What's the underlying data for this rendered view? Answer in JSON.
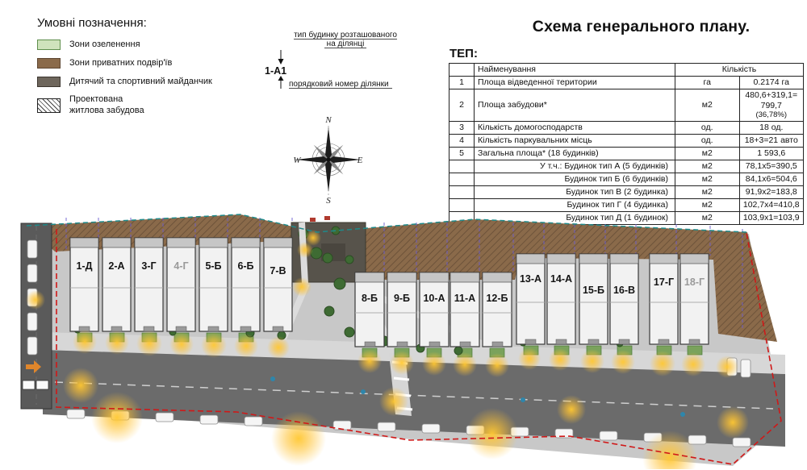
{
  "title": "Схема генерального плану.",
  "legend": {
    "title": "Умовні позначення:",
    "items": [
      {
        "label": "Зони озеленення"
      },
      {
        "label": "Зони приватних подвір'їв"
      },
      {
        "label": "Дитячий та спортивний майданчик"
      },
      {
        "label": "Проектована\nжитлова забудова"
      }
    ]
  },
  "callout": {
    "top_label_line1": "тип будинку розташованого",
    "top_label_line2": "на ділянці",
    "code": "1-А1",
    "bottom_label": "порядковий номер ділянки"
  },
  "compass": {
    "north": "N",
    "east": "E",
    "south": "S",
    "west": "W"
  },
  "tep": {
    "heading": "ТЕП:",
    "cols": {
      "name": "Найменування",
      "qty": "Кількість"
    },
    "rows": [
      {
        "num": "1",
        "name": "Площа відведенної територии",
        "unit": "га",
        "value": "0.2174 га"
      },
      {
        "num": "2",
        "name": "Площа забудови*",
        "unit": "м2",
        "value": "480,6+319,1= 799,7",
        "value2": "(36,78%)"
      },
      {
        "num": "3",
        "name": "Кількість домогосподарств",
        "unit": "од.",
        "value": "18 од."
      },
      {
        "num": "4",
        "name": "Кількість паркувальних місць",
        "unit": "од.",
        "value": "18+3=21 авто"
      },
      {
        "num": "5",
        "name": "Загальна площа* (18 будинків)",
        "unit": "м2",
        "value": "1 593,6"
      },
      {
        "num": "",
        "name": "У т.ч.: Будинок тип А (5 будинків)",
        "unit": "м2",
        "value": "78,1х5=390,5"
      },
      {
        "num": "",
        "name": "Будинок тип Б (6 будинків)",
        "unit": "м2",
        "value": "84,1х6=504,6"
      },
      {
        "num": "",
        "name": "Будинок тип В (2 будинка)",
        "unit": "м2",
        "value": "91,9х2=183,8"
      },
      {
        "num": "",
        "name": "Будинок тип Г (4 будинка)",
        "unit": "м2",
        "value": "102,7х4=410,8"
      },
      {
        "num": "",
        "name": "Будинок тип Д (1 будинок)",
        "unit": "м2",
        "value": "103,9х1=103,9"
      }
    ]
  },
  "plan": {
    "houses": [
      {
        "label": "1-Д"
      },
      {
        "label": "2-А"
      },
      {
        "label": "3-Г"
      },
      {
        "label": "4-Г",
        "muted": true
      },
      {
        "label": "5-Б"
      },
      {
        "label": "6-Б"
      },
      {
        "label": "7-В"
      },
      {
        "label": "8-Б"
      },
      {
        "label": "9-Б"
      },
      {
        "label": "10-А"
      },
      {
        "label": "11-А"
      },
      {
        "label": "12-Б"
      },
      {
        "label": "13-А"
      },
      {
        "label": "14-А"
      },
      {
        "label": "15-Б"
      },
      {
        "label": "16-В"
      },
      {
        "label": "17-Г"
      },
      {
        "label": "18-Г",
        "muted": true
      }
    ],
    "colors": {
      "site_boundary": "#d01818",
      "rear_boundary": "#1f8a8a",
      "private_yards": "#8a6a4a",
      "greenery": "#cfe3bc",
      "playground": "#57534b",
      "lamp_glow": "#ffc832"
    }
  }
}
